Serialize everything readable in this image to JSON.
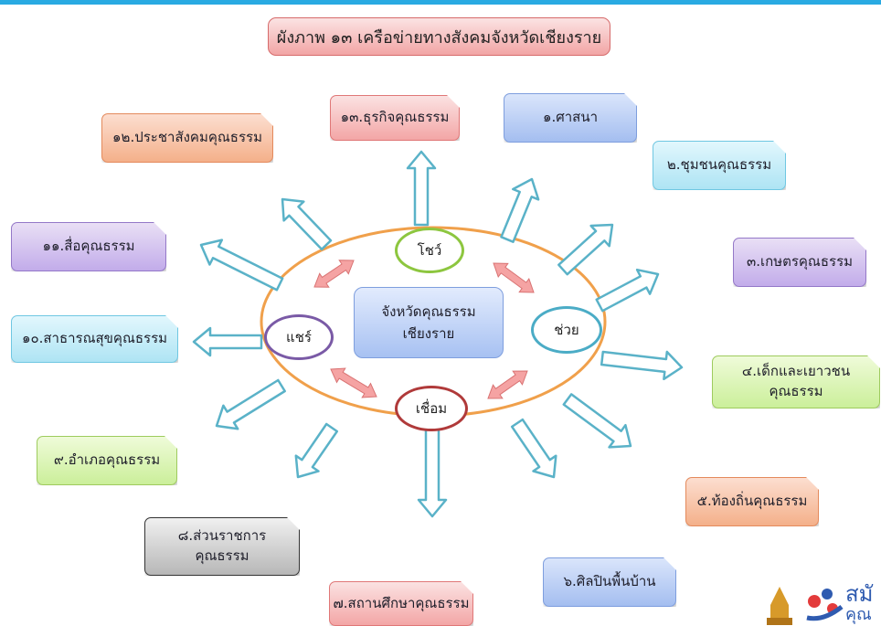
{
  "title": "ผังภาพ ๑๓ เครือข่ายทางสังคมจังหวัดเชียงราย",
  "center": {
    "line1": "จังหวัดคุณธรรม",
    "line2": "เชียงราย"
  },
  "rings": {
    "show": "โชว์",
    "help": "ช่วย",
    "connect": "เชื่อม",
    "share": "แชร์"
  },
  "nodes": {
    "n1": "๑.ศาสนา",
    "n2": "๒.ชุมชนคุณธรรม",
    "n3": "๓.เกษตรคุณธรรม",
    "n4_line1": "๔.เด็กและเยาวชน",
    "n4_line2": "คุณธรรม",
    "n5": "๕.ท้องถิ่นคุณธรรม",
    "n6": "๖.ศิลปินพื้นบ้าน",
    "n7": "๗.สถานศึกษาคุณธรรม",
    "n8_line1": "๘.ส่วนราชการ",
    "n8_line2": "คุณธรรม",
    "n9": "๙.อำเภอคุณธรรม",
    "n10": "๑๐.สาธารณสุขคุณธรรม",
    "n11": "๑๑.สื่อคุณธรรม",
    "n12": "๑๒.ประชาสังคมคุณธรรม",
    "n13": "๑๓.ธุรกิจคุณธรรม"
  },
  "logo": {
    "text1": "สมั",
    "text2": "คุณ"
  },
  "colors": {
    "accent_bar": "#29aae2",
    "ellipse": "#f0a04b",
    "outer_arrow_stroke": "#5ab2c8",
    "inner_arrow_fill": "#f5a3a3",
    "ring_green": "#8dc63f",
    "ring_teal": "#4bacc6",
    "ring_red": "#b03a3a",
    "ring_purple": "#7a5aa6"
  }
}
